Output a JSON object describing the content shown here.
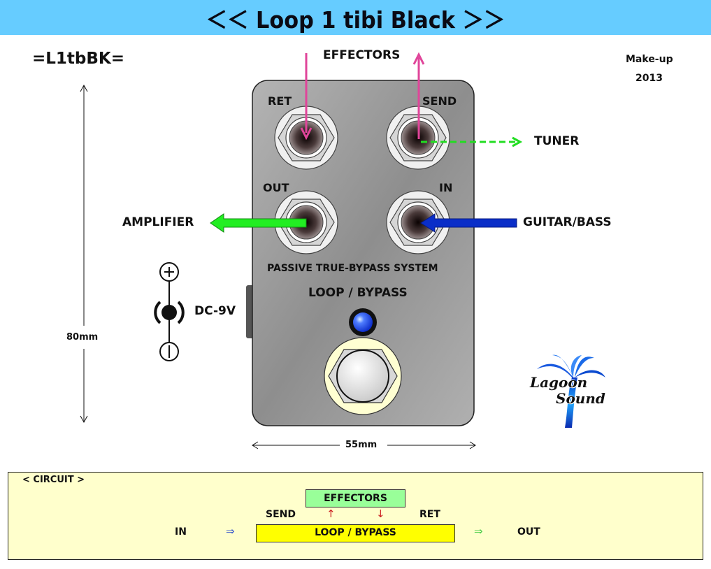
{
  "title": "＜＜ Loop 1 tibi Black ＞＞",
  "model_code": "=L1tbBK=",
  "makeup_label": "Make-up",
  "year": "2013",
  "pedal": {
    "jacks": {
      "ret": "RET",
      "send": "SEND",
      "out": "OUT",
      "in": "IN"
    },
    "system_label": "PASSIVE TRUE-BYPASS SYSTEM",
    "switch_label": "LOOP / BYPASS",
    "led_color": "#1a44ff",
    "body_color": "#9a9a9a"
  },
  "connections": {
    "effectors": "EFFECTORS",
    "tuner": "TUNER",
    "amplifier": "AMPLIFIER",
    "guitar_bass": "GUITAR/BASS",
    "power": "DC-9V"
  },
  "colors": {
    "effectors_arrow": "#e0459a",
    "tuner_arrow": "#22dd22",
    "amplifier_arrow": "#22ee22",
    "guitar_arrow": "#0a2ec8"
  },
  "dimensions": {
    "height": "80mm",
    "width": "55mm"
  },
  "logo": {
    "line1": "Lagoon",
    "line2": "Sound"
  },
  "circuit": {
    "heading": "< CIRCUIT >",
    "effectors": "EFFECTORS",
    "send": "SEND",
    "ret": "RET",
    "in": "IN",
    "out": "OUT",
    "loop_bypass": "LOOP / BYPASS",
    "arrow_in": "⇒",
    "arrow_out": "⇒",
    "arrow_up": "↑",
    "arrow_down": "↓"
  }
}
